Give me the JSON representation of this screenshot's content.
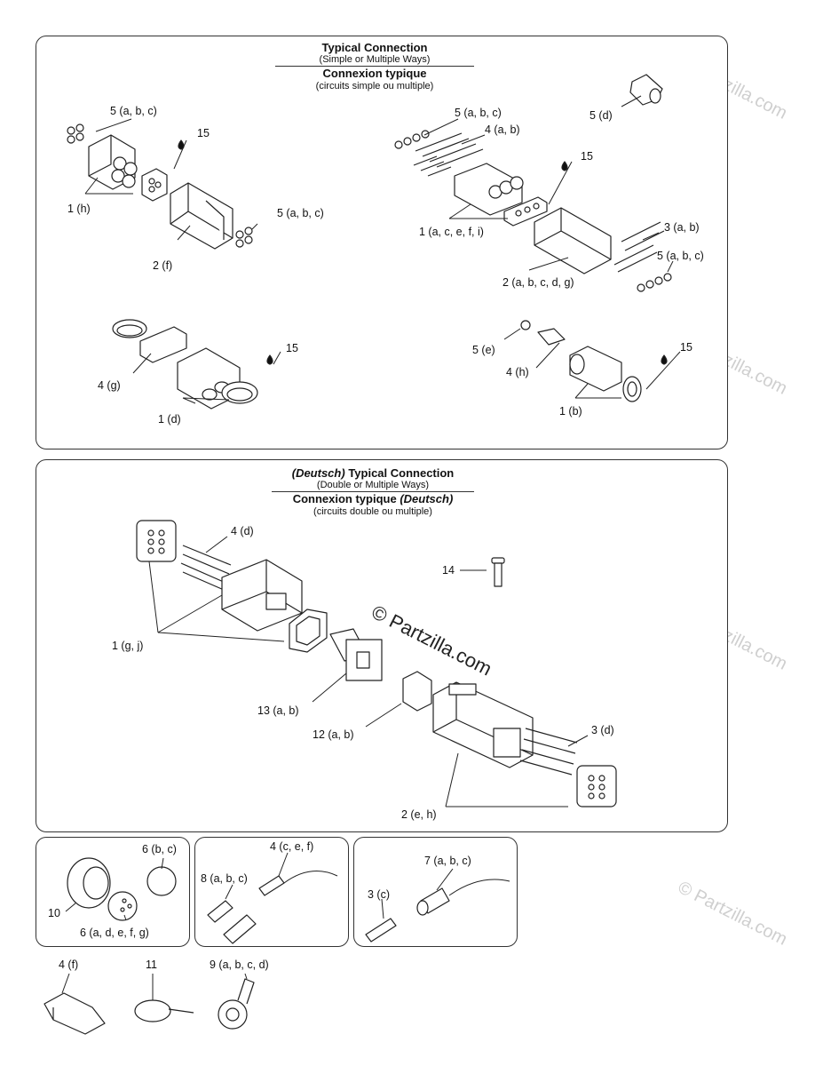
{
  "watermark": "© Partzilla.com",
  "watermark_center": "© Partzilla.com",
  "panel1": {
    "title": "Typical Connection",
    "subtitle": "(Simple or Multiple Ways)",
    "title_fr": "Connexion typique",
    "subtitle_fr": "(circuits simple ou multiple)",
    "labels": [
      "5 (a, b, c)",
      "15",
      "1 (h)",
      "2 (f)",
      "5 (a, b, c)",
      "5 (a, b, c)",
      "4 (a, b)",
      "15",
      "5 (d)",
      "1 (a, c, e, f, i)",
      "3 (a, b)",
      "5 (a, b, c)",
      "2 (a, b, c, d, g)",
      "15",
      "4 (g)",
      "1 (d)",
      "5 (e)",
      "4 (h)",
      "15",
      "1 (b)"
    ]
  },
  "panel2": {
    "title_prefix": "(Deutsch)",
    "title": "Typical Connection",
    "subtitle": "(Double or Multiple Ways)",
    "title_fr": "Connexion typique",
    "title_fr_suffix": "(Deutsch)",
    "subtitle_fr": "(circuits double ou multiple)",
    "labels": [
      "4 (d)",
      "14",
      "1 (g, j)",
      "13 (a, b)",
      "12 (a, b)",
      "3 (d)",
      "2 (e, h)"
    ]
  },
  "panel3": {
    "labels": [
      "6 (b, c)",
      "10",
      "6 (a, d, e, f, g)"
    ]
  },
  "panel4": {
    "labels": [
      "4 (c, e, f)",
      "8 (a, b, c)"
    ]
  },
  "panel5": {
    "labels": [
      "7 (a, b, c)",
      "3 (c)"
    ]
  },
  "loose": {
    "labels": [
      "4 (f)",
      "11",
      "9 (a, b, c, d)"
    ]
  }
}
